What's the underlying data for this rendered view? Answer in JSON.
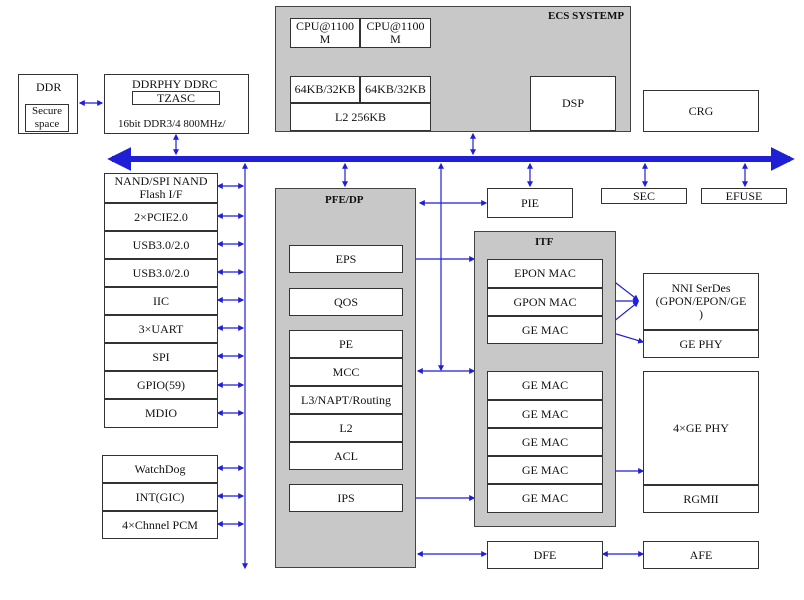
{
  "ecs": {
    "title": "ECS SYSTEMP",
    "cpu0": "CPU@1100 M",
    "cpu1": "CPU@1100 M",
    "cache0": "64KB/32KB",
    "cache1": "64KB/32KB",
    "l2": "L2 256KB",
    "dsp": "DSP"
  },
  "crg": "CRG",
  "ddr": {
    "title": "DDR",
    "secure": "Secure space",
    "phy_title": "DDRPHY DDRC",
    "tzasc": "TZASC",
    "phy_desc": "16bit DDR3/4 800MHz/"
  },
  "bus_devices": {
    "pie": "PIE",
    "sec": "SEC",
    "efuse": "EFUSE"
  },
  "peripherals": [
    "NAND/SPI NAND Flash I/F",
    "2×PCIE2.0",
    "USB3.0/2.0",
    "USB3.0/2.0",
    "IIC",
    "3×UART",
    "SPI",
    "GPIO(59)",
    "MDIO"
  ],
  "misc": [
    "WatchDog",
    "INT(GIC)",
    "4×Chnnel PCM"
  ],
  "pfe": {
    "title": "PFE/DP",
    "eps": "EPS",
    "qos": "QOS",
    "pe_items": [
      "PE",
      "MCC",
      "L3/NAPT/Routing",
      "L2",
      "ACL"
    ],
    "ips": "IPS"
  },
  "itf": {
    "title": "ITF",
    "macs_top": [
      "EPON MAC",
      "GPON MAC",
      "GE MAC"
    ],
    "macs_bottom": [
      "GE MAC",
      "GE MAC",
      "GE MAC",
      "GE MAC",
      "GE MAC"
    ]
  },
  "nni": {
    "serdes": "NNI SerDes (GPON/EPON/GE )",
    "ge_phy": "GE PHY"
  },
  "quad_phy": {
    "label": "4×GE PHY",
    "rgmii": "RGMII"
  },
  "dfe": "DFE",
  "afe": "AFE",
  "colors": {
    "bus": "#1f1fd6",
    "block_fill": "#c8c8c8",
    "border": "#333333"
  }
}
